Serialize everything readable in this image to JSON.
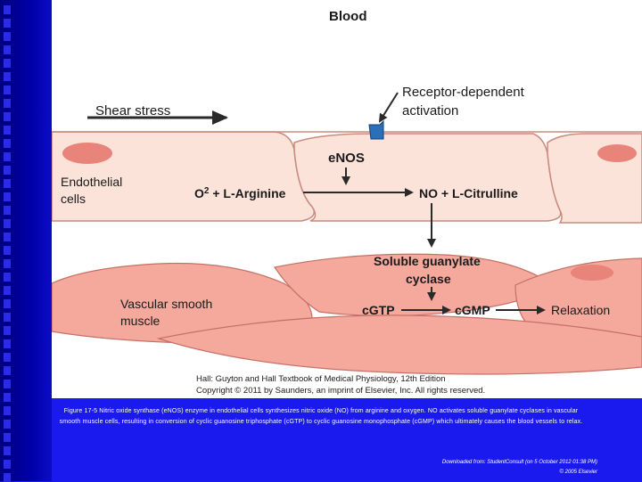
{
  "diagram": {
    "blood_label": "Blood",
    "shear_stress_label": "Shear stress",
    "receptor_label_line1": "Receptor-dependent",
    "receptor_label_line2": "activation",
    "enos_label": "eNOS",
    "endothelial_label_line1": "Endothelial",
    "endothelial_label_line2": "cells",
    "reactant_o2": "O",
    "reactant_o2_sup": "2",
    "reactant_arginine": " + L-Arginine",
    "product_label": "NO + L-Citrulline",
    "sgc_label_line1": "Soluble guanylate",
    "sgc_label_line2": "cyclase",
    "vsm_label_line1": "Vascular smooth",
    "vsm_label_line2": "muscle",
    "cgtp_label": "cGTP",
    "cgmp_label": "cGMP",
    "relaxation_label": "Relaxation",
    "credit_line1": "Hall: Guyton and Hall Textbook of Medical Physiology, 12th Edition",
    "credit_line2": "Copyright © 2011 by Saunders, an imprint of Elsevier, Inc. All rights reserved."
  },
  "caption": "Figure 17-5 Nitric oxide synthase (eNOS) enzyme in endothelial cells synthesizes nitric oxide (NO) from arginine and oxygen. NO activates soluble guanylate cyclases in vascular smooth muscle cells, resulting in conversion of cyclic guanosine triphosphate (cGTP) to cyclic guanosine monophosphate (cGMP) which ultimately causes the blood vessels to relax.",
  "footer": {
    "source": "Downloaded from: StudentConsult (on 5 October 2012 01:38 PM)",
    "copyright": "© 2005 Elsevier"
  },
  "colors": {
    "background": "#1a1aee",
    "endothelial_fill": "#fbe3da",
    "muscle_fill": "#f5a99d",
    "nucleus_fill": "#e8847a",
    "receptor_fill": "#2a6fb8"
  }
}
